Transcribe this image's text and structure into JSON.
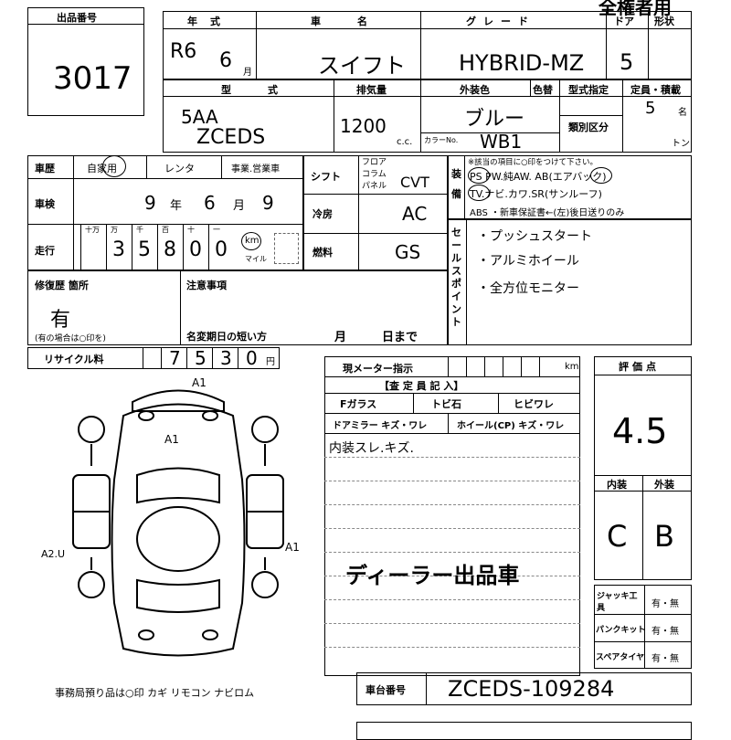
{
  "header": {
    "listing_no_label": "出品番号",
    "listing_no": "3017",
    "right_title": "全権者用"
  },
  "top": {
    "year_label": "年式",
    "car_name_label": "車名",
    "grade_label": "グレード",
    "door_label": "ドア",
    "shape_label": "形状",
    "year": "R6",
    "month": "6",
    "month_unit": "月",
    "car_name": "スイフト",
    "grade": "HYBRID-MZ",
    "doors": "5",
    "model_label": "型式",
    "displacement_label": "排気量",
    "color_label": "外装色",
    "color_change_label": "色替",
    "type_spec_label": "型式指定",
    "capacity_label": "定員・積載",
    "model_1": "5AA",
    "model_2": "ZCEDS",
    "displacement": "1200",
    "cc": "c.c.",
    "color": "ブルー",
    "color_no_label": "カラーNo.",
    "color_no": "WB1",
    "class_label": "類別区分",
    "capacity": "5",
    "capacity_unit": "名",
    "ton_unit": "トン"
  },
  "history": {
    "history_label": "車歴",
    "history_opts": "自家用",
    "rental": "レンタ",
    "business": "事業.営業車",
    "shaken_label": "車検",
    "shaken_year": "9",
    "shaken_year_unit": "年",
    "shaken_month": "6",
    "shaken_month_unit": "月",
    "shaken_day": "9",
    "mileage_label": "走行",
    "digit_labels": [
      "十万",
      "万",
      "千",
      "百",
      "十",
      "一"
    ],
    "mileage_digits": [
      "",
      "3",
      "5",
      "8",
      "0",
      "0"
    ],
    "km_label": "km",
    "mile_label": "マイル"
  },
  "mid": {
    "shift_label": "シフト",
    "shift_opts": [
      "フロア",
      "コラム",
      "パネル"
    ],
    "shift_value": "CVT",
    "ac_label": "冷房",
    "ac_value": "AC",
    "fuel_label": "燃料",
    "fuel_value": "GS"
  },
  "equipment": {
    "label": "装備",
    "note": "※該当の項目に○印をつけて下さい。",
    "line1": "PS PW.純AW. AB(エアバック)",
    "line2": "TV.ナビ.カワ.SR(サンルーフ)",
    "line3": "ABS ・新車保証書←(左)後日送りのみ"
  },
  "sales_points": {
    "label": "セールスポイント",
    "items": [
      "・プッシュスタート",
      "・アルミホイール",
      "・全方位モニター"
    ]
  },
  "repair": {
    "label": "修復歴 箇所",
    "value": "有",
    "note": "(有の場合は○印を)",
    "caution_label": "注意事項",
    "name_change_label": "名変期日の短い方",
    "month_unit": "月",
    "day_unit": "日まで"
  },
  "recycle": {
    "label": "リサイクル料",
    "digits": [
      "7",
      "5",
      "3",
      "0"
    ],
    "yen": "円"
  },
  "meter": {
    "label": "現メーター指示",
    "unit": "km",
    "inspector_label": "【査 定 員 記 入】",
    "f_glass": "Fガラス",
    "chip": "トビ石",
    "crack": "ヒビワレ",
    "door_mirror": "ドアミラー キズ・ワレ",
    "wheel": "ホイール(CP) キズ・ワレ",
    "note1": "内装スレ.キズ.",
    "dealer_stamp": "ディーラー出品車"
  },
  "grade": {
    "label": "評価点",
    "score": "4.5",
    "interior_label": "内装",
    "exterior_label": "外装",
    "interior": "C",
    "exterior": "B"
  },
  "tools": {
    "jack_label": "ジャッキ工具",
    "puncture_label": "パンクキット",
    "spare_label": "スペアタイヤ",
    "yes_no": "有・無"
  },
  "diagram": {
    "marks": [
      "A1",
      "A1",
      "A1",
      "A2.U"
    ]
  },
  "office_note": "事務局預り品は○印 カギ リモコン ナビロム",
  "chassis": {
    "label": "車台番号",
    "value": "ZCEDS-109284"
  }
}
